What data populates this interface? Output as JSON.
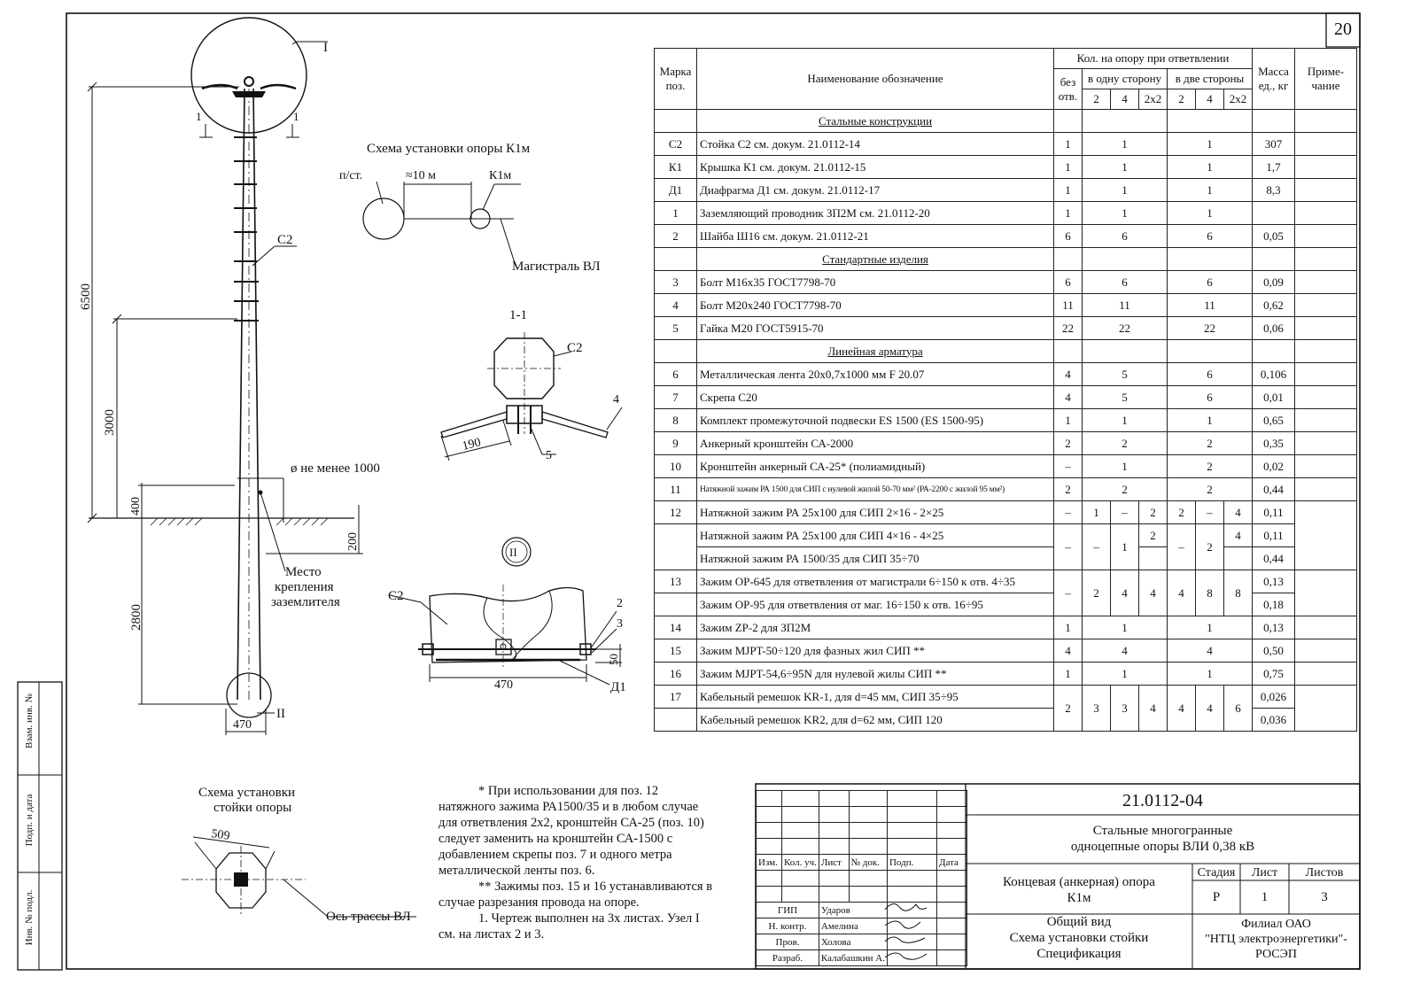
{
  "sheet_number": "20",
  "drawing": {
    "node_I": "I",
    "node_II": "II",
    "section_marks": [
      "1",
      "1"
    ],
    "labels": {
      "c2": "C2",
      "dim_6500": "6500",
      "dim_3000": "3000",
      "dim_2800": "2800",
      "dim_400": "400",
      "dim_200": "200",
      "dim_470": "470",
      "hole": "ø  не менее 1000",
      "ground_place": [
        "Место",
        "крепления",
        "заземлителя"
      ]
    }
  },
  "scheme_k1m": {
    "title": "Схема установки опоры К1м",
    "pst": "п/ст.",
    "dist": "≈10 м",
    "k1m": "К1м",
    "main_line": "Магистраль ВЛ"
  },
  "section_1_1": {
    "title": "1-1",
    "c2": "С2",
    "pos4": "4",
    "pos5": "5",
    "dim": "190"
  },
  "node_II_detail": {
    "mark": "II",
    "c2": "С2",
    "pos2": "2",
    "pos3": "3",
    "dim_50": "50",
    "dim_470": "470",
    "d1": "Д1"
  },
  "scheme_stand": {
    "title": [
      "Схема установки",
      "стойки опоры"
    ],
    "dim": "509",
    "axis": "Ось трассы ВЛ"
  },
  "spec": {
    "header": {
      "mark": "Марка поз.",
      "name": "Наименование обозначение",
      "qty": "Кол. на опору при ответвлении",
      "without": "без отв.",
      "one_side": "в одну сторону",
      "two_sides": "в две стороны",
      "sub": [
        "2",
        "4",
        "2x2",
        "2",
        "4",
        "2x2"
      ],
      "mass": "Масса ед., кг",
      "note": "Приме- чание"
    },
    "sections": {
      "steel": "Стальные конструкции",
      "standard": "Стандартные изделия",
      "fittings": "Линейная арматура"
    },
    "steel_rows": [
      {
        "m": "С2",
        "n": "Стойка С2 см. докум. 21.0112-14",
        "b": "1",
        "o": "1",
        "t": "1",
        "w": "307"
      },
      {
        "m": "К1",
        "n": "Крышка К1 см. докум. 21.0112-15",
        "b": "1",
        "o": "1",
        "t": "1",
        "w": "1,7"
      },
      {
        "m": "Д1",
        "n": "Диафрагма Д1 см. докум. 21.0112-17",
        "b": "1",
        "o": "1",
        "t": "1",
        "w": "8,3"
      },
      {
        "m": "1",
        "n": "Заземляющий проводник ЗП2М см. 21.0112-20",
        "b": "1",
        "o": "1",
        "t": "1",
        "w": ""
      },
      {
        "m": "2",
        "n": "Шайба Ш16 см. докум. 21.0112-21",
        "b": "6",
        "o": "6",
        "t": "6",
        "w": "0,05"
      }
    ],
    "standard_rows": [
      {
        "m": "3",
        "n": "Болт М16х35 ГОСТ7798-70",
        "b": "6",
        "o": "6",
        "t": "6",
        "w": "0,09"
      },
      {
        "m": "4",
        "n": "Болт М20х240 ГОСТ7798-70",
        "b": "11",
        "o": "11",
        "t": "11",
        "w": "0,62"
      },
      {
        "m": "5",
        "n": "Гайка М20 ГОСТ5915-70",
        "b": "22",
        "o": "22",
        "t": "22",
        "w": "0,06"
      }
    ],
    "fittings_rows": [
      {
        "m": "6",
        "n": "Металлическая лента 20х0,7х1000 мм F 20.07",
        "b": "4",
        "o": "5",
        "t": "6",
        "w": "0,106"
      },
      {
        "m": "7",
        "n": "Скрепа С20",
        "b": "4",
        "o": "5",
        "t": "6",
        "w": "0,01"
      },
      {
        "m": "8",
        "n": "Комплект промежуточной подвески ES 1500 (ES 1500-95)",
        "b": "1",
        "o": "1",
        "t": "1",
        "w": "0,65"
      },
      {
        "m": "9",
        "n": "Анкерный кронштейн СА-2000",
        "b": "2",
        "o": "2",
        "t": "2",
        "w": "0,35"
      },
      {
        "m": "10",
        "n": "Кронштейн анкерный СА-25* (полиамидный)",
        "b": "–",
        "o": "1",
        "t": "2",
        "w": "0,02"
      },
      {
        "m": "11",
        "n": "Натяжной зажим РА 1500 для СИП с нулевой жилой 50-70 мм² (РА-2200 с жилой 95 мм²)",
        "b": "2",
        "o": "2",
        "t": "2",
        "w": "0,44"
      }
    ],
    "row12": {
      "m": "12",
      "a": {
        "n": "Натяжной зажим РА 25х100 для СИП 2×16 - 2×25",
        "b": "–",
        "c": [
          "1",
          "–",
          "2",
          "2",
          "–",
          "4"
        ],
        "w": "0,11"
      },
      "b": {
        "n": "Натяжной зажим РА 25х100 для СИП 4×16 - 4×25",
        "v3": "2",
        "v6": "4",
        "w": "0,11"
      },
      "c": {
        "n": "Натяжной зажим РА 1500/35 для СИП 35÷70",
        "w": "0,44"
      },
      "merged": {
        "b": "–",
        "c1": "–",
        "c2": "1",
        "c4": "–",
        "c5": "2"
      }
    },
    "row13": {
      "m": "13",
      "a": {
        "n": "Зажим ОР-645 для ответвления от магистрали 6÷150 к отв. 4÷35",
        "w": "0,13"
      },
      "b": {
        "n": "Зажим ОР-95 для ответвления от маг. 16÷150 к отв. 16÷95",
        "w": "0,18"
      },
      "vals": [
        "–",
        "2",
        "4",
        "4",
        "4",
        "8",
        "8"
      ]
    },
    "rows_14_16": [
      {
        "m": "14",
        "n": "Зажим ZP-2 для ЗП2М",
        "b": "1",
        "o": "1",
        "t": "1",
        "w": "0,13"
      },
      {
        "m": "15",
        "n": "Зажим MJPT-50÷120 для фазных жил СИП **",
        "b": "4",
        "o": "4",
        "t": "4",
        "w": "0,50"
      },
      {
        "m": "16",
        "n": "Зажим MJPT-54,6÷95N для нулевой жилы СИП **",
        "b": "1",
        "o": "1",
        "t": "1",
        "w": "0,75"
      }
    ],
    "row17": {
      "m": "17",
      "a": {
        "n": "Кабельный ремешок KR-1, для d=45 мм, СИП 35÷95",
        "w": "0,026"
      },
      "b": {
        "n": "Кабельный ремешок KR2, для d=62 мм, СИП 120",
        "w": "0,036"
      },
      "vals": [
        "2",
        "3",
        "3",
        "4",
        "4",
        "4",
        "6"
      ]
    }
  },
  "notes": [
    "* При использовании для поз. 12",
    "натяжного зажима РА1500/35 и в любом случае",
    "для ответвления 2х2, кронштейн СА-25 (поз. 10)",
    "следует заменить на кронштейн СА-1500 с",
    "добавлением скрепы поз. 7 и одного метра",
    "металлической ленты поз. 6.",
    "** Зажимы поз. 15 и 16 устанавливаются в",
    "случае разрезания провода на опоре.",
    "1. Чертеж выполнен на 3х листах. Узел I",
    "см. на листах 2 и 3."
  ],
  "title_block": {
    "code": "21.0112-04",
    "project": [
      "Стальные многогранные",
      "одноцепные опоры ВЛИ 0,38 кВ"
    ],
    "item": [
      "Концевая (анкерная) опора",
      "К1м"
    ],
    "contents": [
      "Общий вид",
      "Схема установки стойки",
      "Спецификация"
    ],
    "stage_h": "Стадия",
    "sheet_h": "Лист",
    "sheets_h": "Листов",
    "stage": "Р",
    "sheet": "1",
    "sheets": "3",
    "org": [
      "Филиал ОАО",
      "\"НТЦ электроэнергетики\"-",
      "РОСЭП"
    ],
    "cols": [
      "Изм.",
      "Кол. уч.",
      "Лист",
      "№ док.",
      "Подп.",
      "Дата"
    ],
    "people": [
      {
        "role": "ГИП",
        "name": "Ударов"
      },
      {
        "role": "Н. контр.",
        "name": "Амелина"
      },
      {
        "role": "Пров.",
        "name": "Холова"
      },
      {
        "role": "Разраб.",
        "name": "Калабашкин А."
      }
    ]
  },
  "side_strip": [
    "Взам. инв. №",
    "Подп. и дата",
    "Инв. № подл."
  ]
}
